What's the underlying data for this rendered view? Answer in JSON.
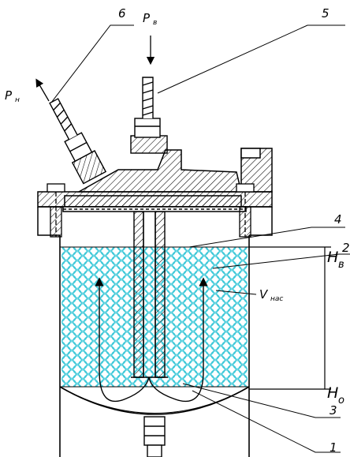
{
  "labels": {
    "p_in_main": "P",
    "p_in_sub": "в",
    "p_out_main": "P",
    "p_out_sub": "н",
    "h_top_main": "H",
    "h_top_sub": "в",
    "h_bot_main": "H",
    "h_bot_sub": "о",
    "v_main": "V",
    "v_sub": "нас",
    "n1": "1",
    "n2": "2",
    "n3": "3",
    "n4": "4",
    "n5": "5",
    "n6": "6"
  },
  "colors": {
    "line": "#000000",
    "fill_bead": "#3cc8d8"
  }
}
